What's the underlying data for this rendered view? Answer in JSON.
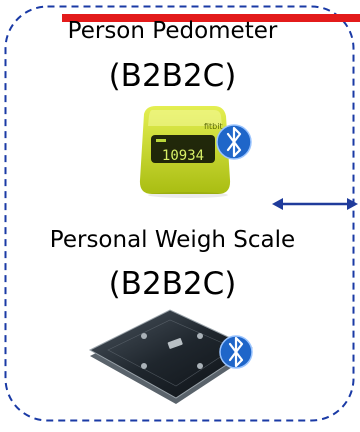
{
  "devices": [
    {
      "name": "Person Pedometer",
      "type": "(B2B2C)",
      "display": "10934",
      "brand": "fitbit"
    },
    {
      "name": "Personal Weigh Scale",
      "type": "(B2B2C)"
    }
  ],
  "colors": {
    "frame": "#1a3aa5",
    "accent": "#e31b1b",
    "bluetooth": "#1f66c9",
    "pedometer": "#c6d81d",
    "arrow": "#1f3b9b"
  },
  "icons": [
    "bluetooth-icon",
    "pedometer-image",
    "weigh-scale-image",
    "double-arrow-icon"
  ]
}
